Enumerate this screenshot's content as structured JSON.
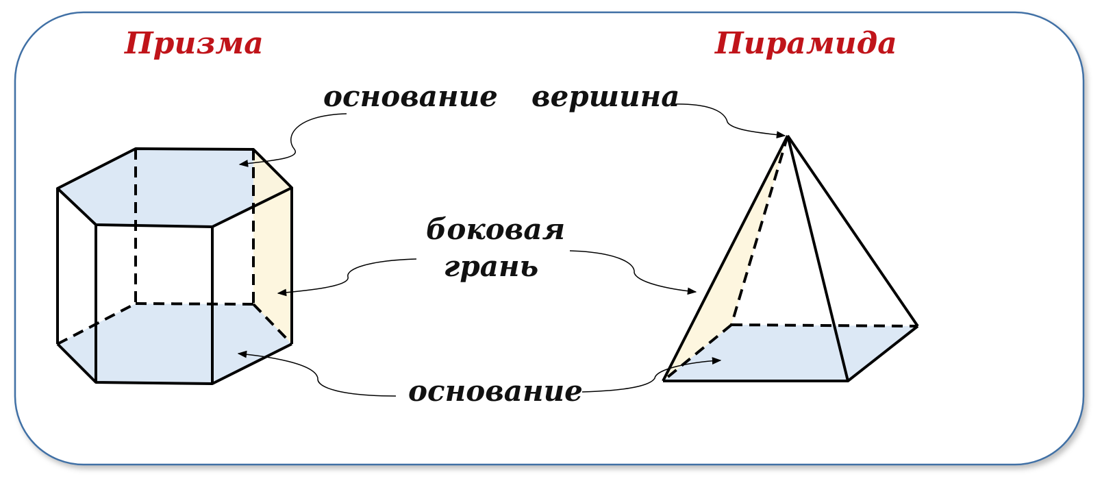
{
  "titles": {
    "prism": "Призма",
    "pyramid": "Пирамида"
  },
  "labels": {
    "prism_top_base": "основание",
    "pyramid_apex": "вершина",
    "lateral_face_line1": "боковая",
    "lateral_face_line2": "грань",
    "bottom_base": "основание"
  },
  "colors": {
    "title": "#c0141a",
    "text": "#111111",
    "frame_stroke": "#3f6fa5",
    "base_fill": "#dce8f5",
    "face_fill": "#fdf5dc",
    "edge": "#000000"
  }
}
